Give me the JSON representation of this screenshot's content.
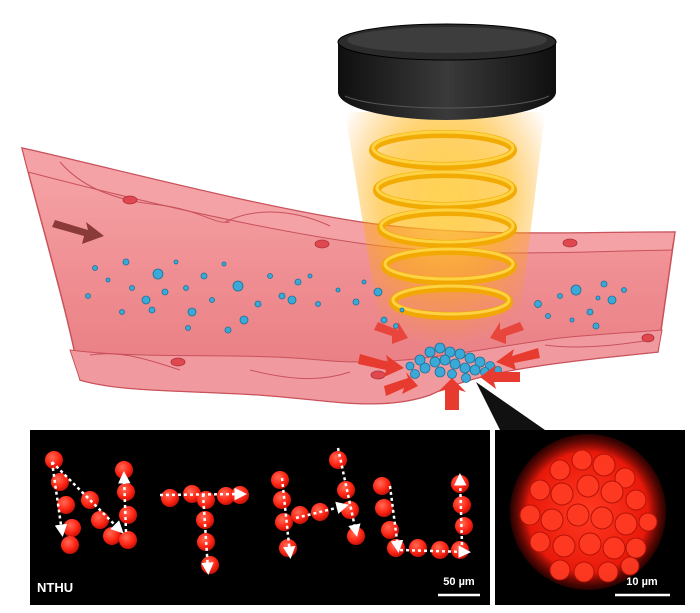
{
  "panels": {
    "pattern": {
      "corner_label": "NTHU",
      "scale_bar_label": "50 µm"
    },
    "cluster": {
      "scale_bar_label": "10 µm"
    }
  },
  "colors": {
    "vessel": "#f08c90",
    "vessel_edge": "#c9525b",
    "particle": "#3aa9d8",
    "magnet": "#1a1a1a",
    "field": "#f6b800",
    "force_arrow": "#e83b2f",
    "flow_arrow": "#8b3a3a",
    "fluor": "#ff2a1a"
  },
  "icons": [
    "flow-direction-arrow",
    "magnet-icon",
    "magnetic-field-coil",
    "force-arrows"
  ]
}
